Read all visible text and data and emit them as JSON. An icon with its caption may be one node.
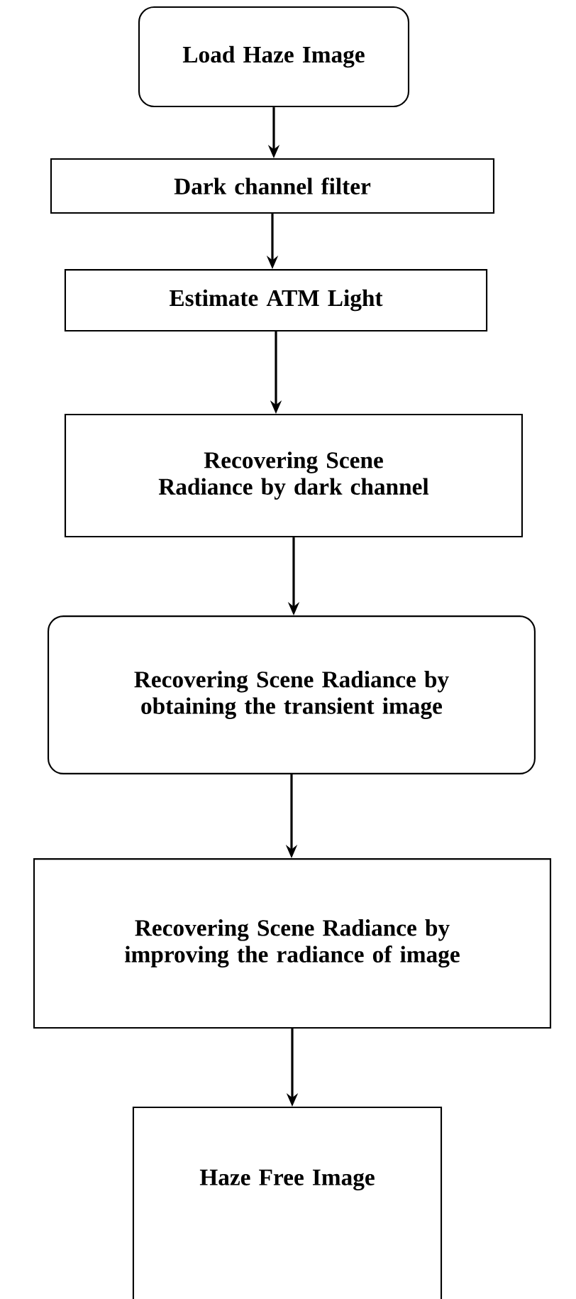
{
  "diagram": {
    "nodes": [
      {
        "text": [
          "Load Haze Image"
        ]
      },
      {
        "text": [
          "Dark channel filter"
        ]
      },
      {
        "text": [
          "Estimate ATM Light"
        ]
      },
      {
        "text": [
          "Recovering Scene Radiance by dark channel"
        ]
      },
      {
        "text": [
          "Recovering Scene Radiance by obtaining the transient image"
        ]
      },
      {
        "text": [
          "Recovering Scene Radiance by improving the radiance of image"
        ]
      },
      {
        "text": [
          "Haze Free Image"
        ]
      }
    ],
    "edges": [
      {
        "from": 0,
        "to": 1,
        "arrow": "to"
      },
      {
        "from": 1,
        "to": 2,
        "arrow": "to"
      },
      {
        "from": 2,
        "to": 3,
        "arrow": "to"
      },
      {
        "from": 3,
        "to": 4,
        "arrow": "to"
      },
      {
        "from": 4,
        "to": 5,
        "arrow": "to"
      },
      {
        "from": 5,
        "to": 6,
        "arrow": "to"
      }
    ]
  }
}
